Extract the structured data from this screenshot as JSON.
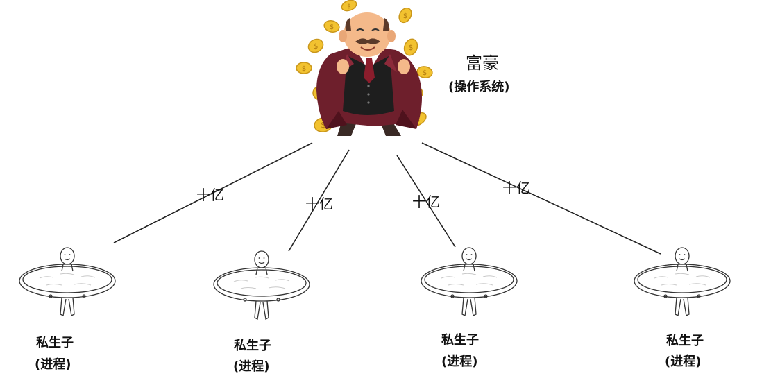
{
  "root": {
    "title": "富豪",
    "subtitle": "(操作系统)",
    "icon": "rich-man-with-coins-icon",
    "colors": {
      "coat": "#6e1f2c",
      "vest": "#1e1e1e",
      "skin": "#f4b98a",
      "coin": "#f2c230",
      "pants": "#3a2a26"
    }
  },
  "edges": [
    {
      "label": "十亿"
    },
    {
      "label": "十亿"
    },
    {
      "label": "十亿"
    },
    {
      "label": "十亿"
    }
  ],
  "children": [
    {
      "title": "私生子",
      "subtitle": "(进程)",
      "icon": "person-holding-plate-icon"
    },
    {
      "title": "私生子",
      "subtitle": "(进程)",
      "icon": "person-holding-plate-icon"
    },
    {
      "title": "私生子",
      "subtitle": "(进程)",
      "icon": "person-holding-plate-icon"
    },
    {
      "title": "私生子",
      "subtitle": "(进程)",
      "icon": "person-holding-plate-icon"
    }
  ]
}
